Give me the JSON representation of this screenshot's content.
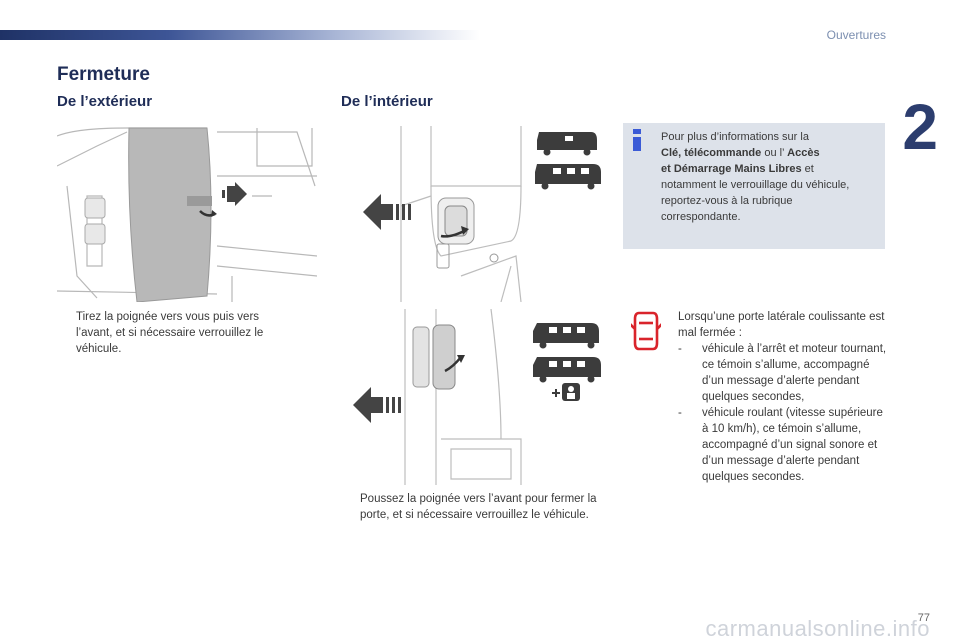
{
  "header": {
    "section": "Ouvertures",
    "chapter_number": "2"
  },
  "title": "Fermeture",
  "exterior": {
    "heading": "De l’extérieur",
    "bullet_mark": "",
    "text": "Tirez la poignée vers vous puis vers l’avant, et si nécessaire verrouillez le véhicule."
  },
  "interior": {
    "heading": "De l’intérieur",
    "bullet_mark": "",
    "text": "Poussez la poignée vers l’avant pour fermer la porte, et si nécessaire verrouillez le véhicule."
  },
  "info": {
    "line1": "Pour plus d’informations sur la",
    "link1": "Clé, télécommande",
    "mid": " ou l’ ",
    "link2_a": "Accès",
    "link2_b": "et Démarrage Mains Libres",
    "line_end": " et notamment le verrouillage du véhicule, reportez-vous à la rubrique correspondante."
  },
  "warning": {
    "intro": "Lorsqu’une porte latérale coulissante est mal fermée :",
    "items": [
      "véhicule à l’arrêt et moteur tournant, ce témoin s’allume, accompagné d’un message d’alerte pendant quelques secondes,",
      "véhicule roulant (vitesse supérieure à 10 km/h), ce témoin s’allume, accompagné d’un signal sonore et d’un message d’alerte pendant quelques secondes."
    ],
    "dash": "-"
  },
  "footer": {
    "page_number": "77",
    "watermark": "carmanualsonline.info"
  },
  "colors": {
    "heading": "#1f2d57",
    "info_bg": "#dde2ea",
    "warning_red": "#d9242b",
    "info_blue": "#3b5bd6"
  }
}
